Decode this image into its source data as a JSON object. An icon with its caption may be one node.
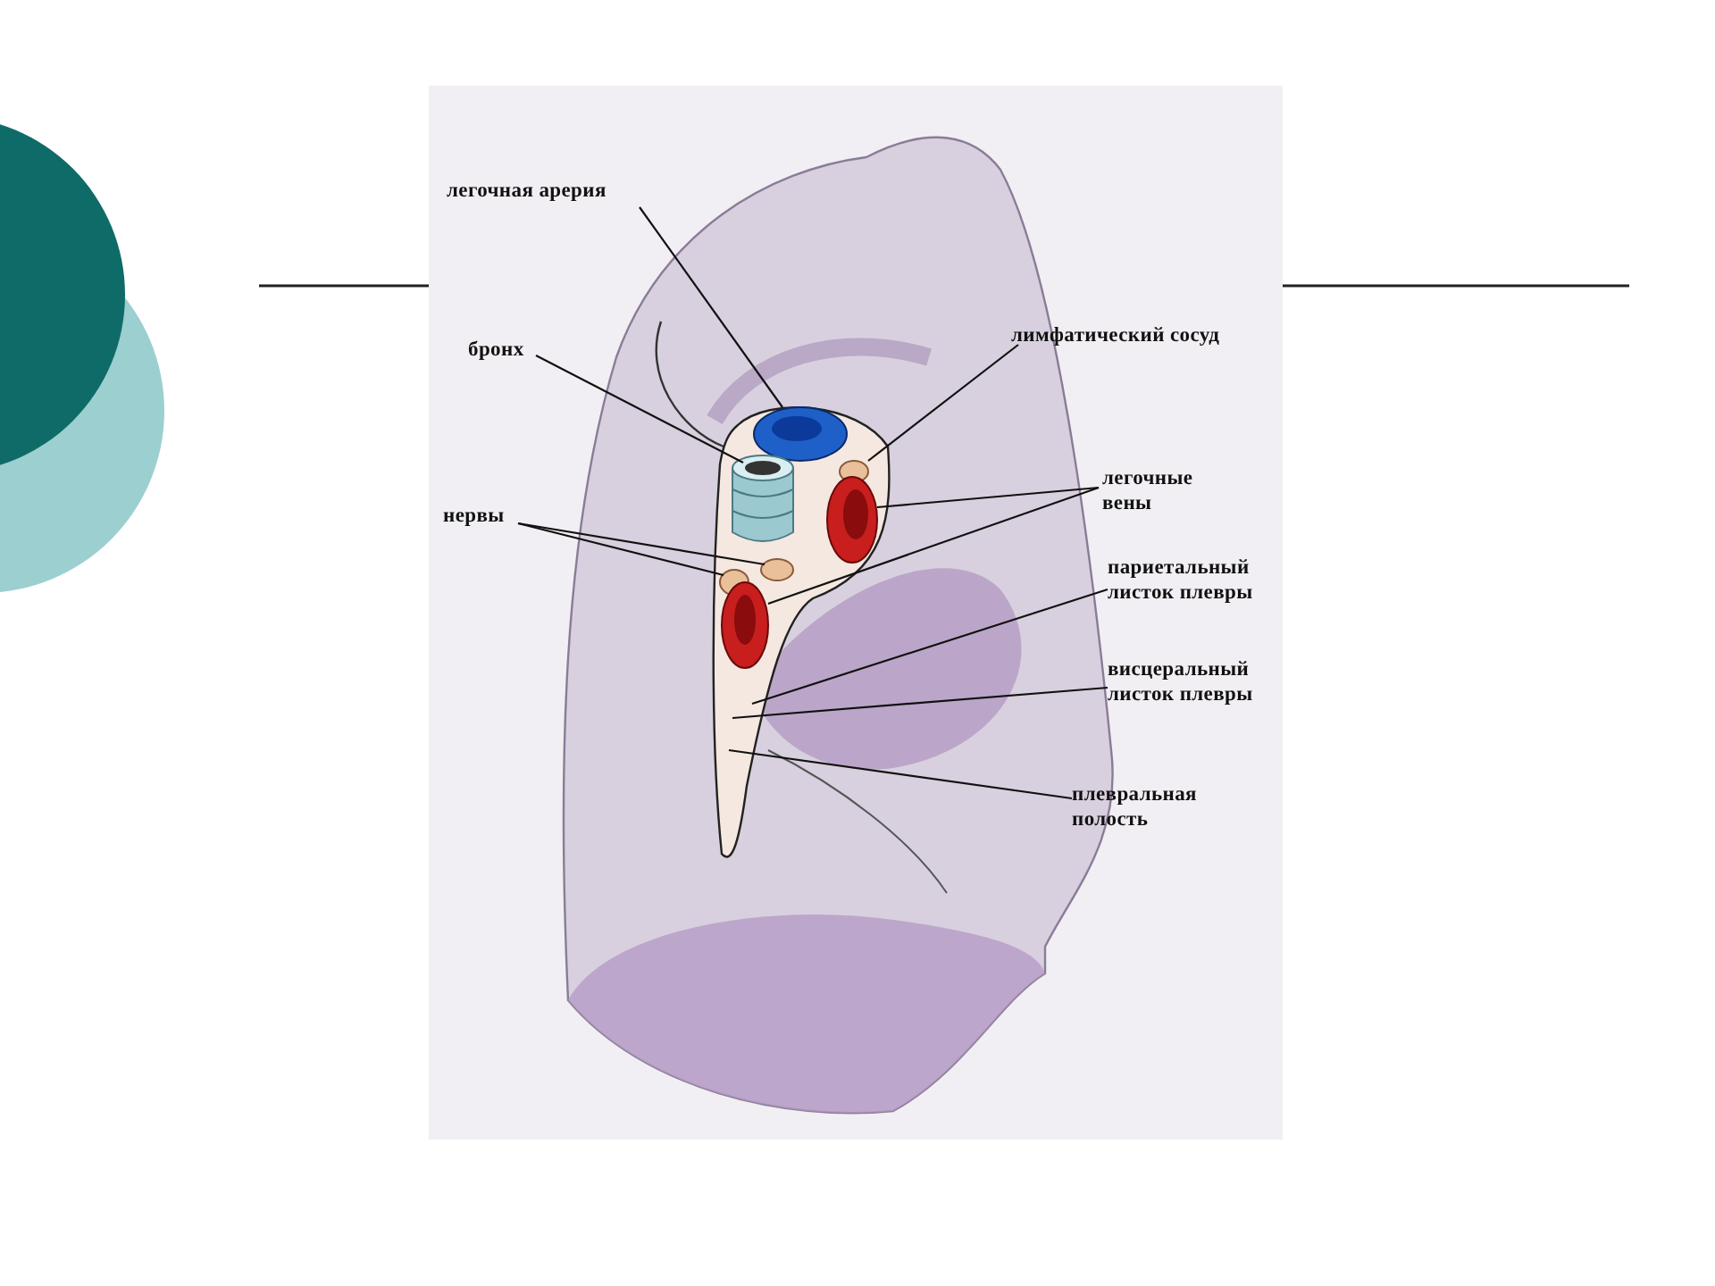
{
  "diagram": {
    "nodes": [
      {
        "text": [
          "легочная арерия"
        ]
      },
      {
        "text": [],
        "shape": "cylinder"
      },
      {
        "text": [
          "бронх"
        ]
      },
      {
        "text": [],
        "shape": "cylinder"
      },
      {
        "text": [
          "нервы"
        ]
      },
      {
        "text": [],
        "shape": "circle"
      },
      {
        "text": [],
        "shape": "circle"
      },
      {
        "text": [
          "лимфатический сосуд"
        ]
      },
      {
        "text": [],
        "shape": "circle"
      },
      {
        "text": [
          "легочные вены"
        ]
      },
      {
        "text": [],
        "shape": "cylinder"
      },
      {
        "text": [],
        "shape": "cylinder"
      },
      {
        "text": [
          "париетальный листок плевры"
        ]
      },
      {
        "text": [
          "висцеральный листок плевры"
        ]
      },
      {
        "text": [
          "плевральная полость"
        ]
      }
    ],
    "edges": [
      {
        "from": 0,
        "to": 1,
        "arrow": "none"
      },
      {
        "from": 2,
        "to": 3,
        "arrow": "none"
      },
      {
        "from": 4,
        "to": 5,
        "arrow": "none"
      },
      {
        "from": 4,
        "to": 6,
        "arrow": "none"
      },
      {
        "from": 7,
        "to": 8,
        "arrow": "none"
      },
      {
        "from": 9,
        "to": 10,
        "arrow": "none"
      },
      {
        "from": 9,
        "to": 11,
        "arrow": "none"
      },
      {
        "from": 12,
        "to": null,
        "arrow": "none"
      },
      {
        "from": 13,
        "to": null,
        "arrow": "none"
      },
      {
        "from": 14,
        "to": null,
        "arrow": "none"
      }
    ]
  }
}
